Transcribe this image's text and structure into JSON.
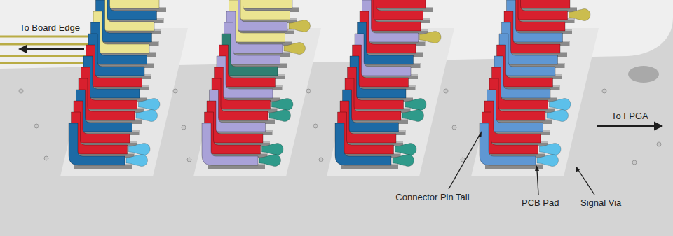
{
  "diagram": {
    "labels": [
      "To Board Edge",
      "To FPGA",
      "Connector Pin Tail",
      "PCB Pad",
      "Signal Via"
    ]
  }
}
